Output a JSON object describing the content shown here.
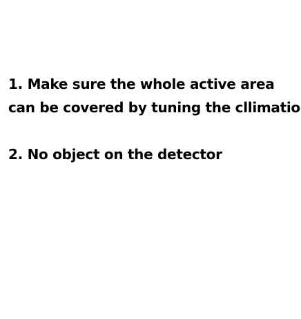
{
  "instructions": {
    "step1": {
      "line1": "1. Make sure the whole active area",
      "line2": "can be covered by tuning the cllimation"
    },
    "step2": {
      "line1": "2. No object on the detector"
    }
  }
}
